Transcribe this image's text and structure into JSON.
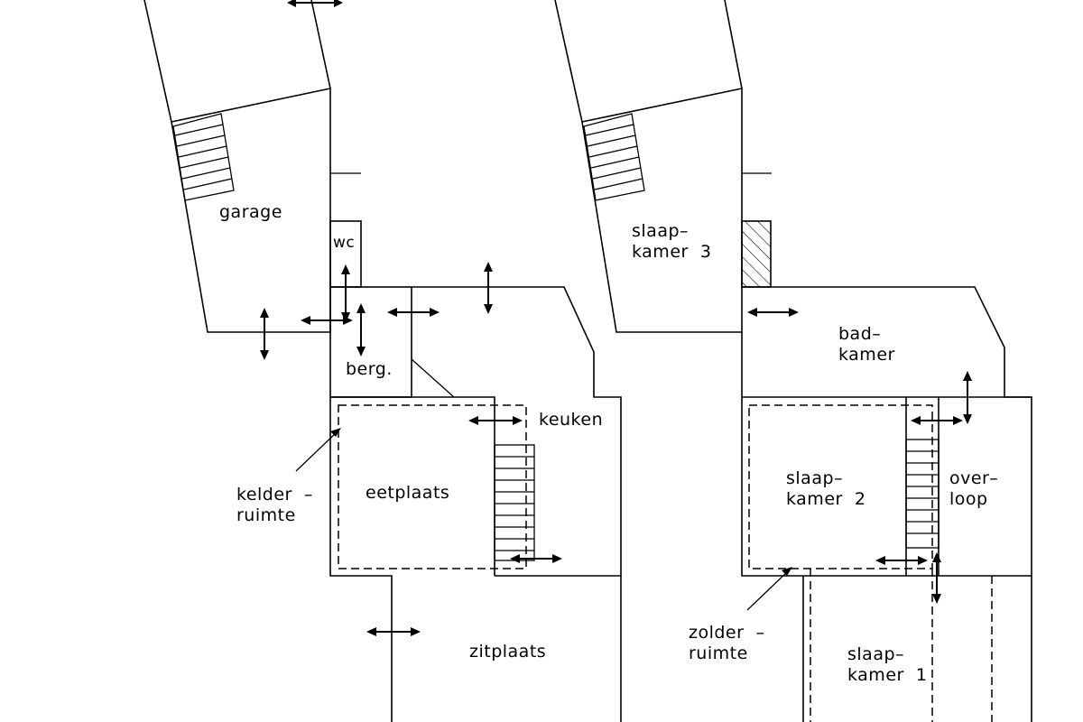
{
  "colors": {
    "line": "#000000",
    "background": "#ffffff"
  },
  "ground_floor": {
    "rooms": {
      "garage": "garage",
      "wc": "wc",
      "berg": "berg.",
      "keuken": "keuken",
      "eetplaats": "eetplaats",
      "kelder_line1": "kelder  –",
      "kelder_line2": "ruimte",
      "zitplaats": "zitplaats"
    }
  },
  "first_floor": {
    "rooms": {
      "slaapkamer3_line1": "slaap–",
      "slaapkamer3_line2": "kamer  3",
      "badkamer_line1": "bad–",
      "badkamer_line2": "kamer",
      "slaapkamer2_line1": "slaap–",
      "slaapkamer2_line2": "kamer  2",
      "overloop_line1": "over–",
      "overloop_line2": "loop",
      "zolder_line1": "zolder  –",
      "zolder_line2": "ruimte",
      "slaapkamer1_line1": "slaap–",
      "slaapkamer1_line2": "kamer  1"
    }
  }
}
